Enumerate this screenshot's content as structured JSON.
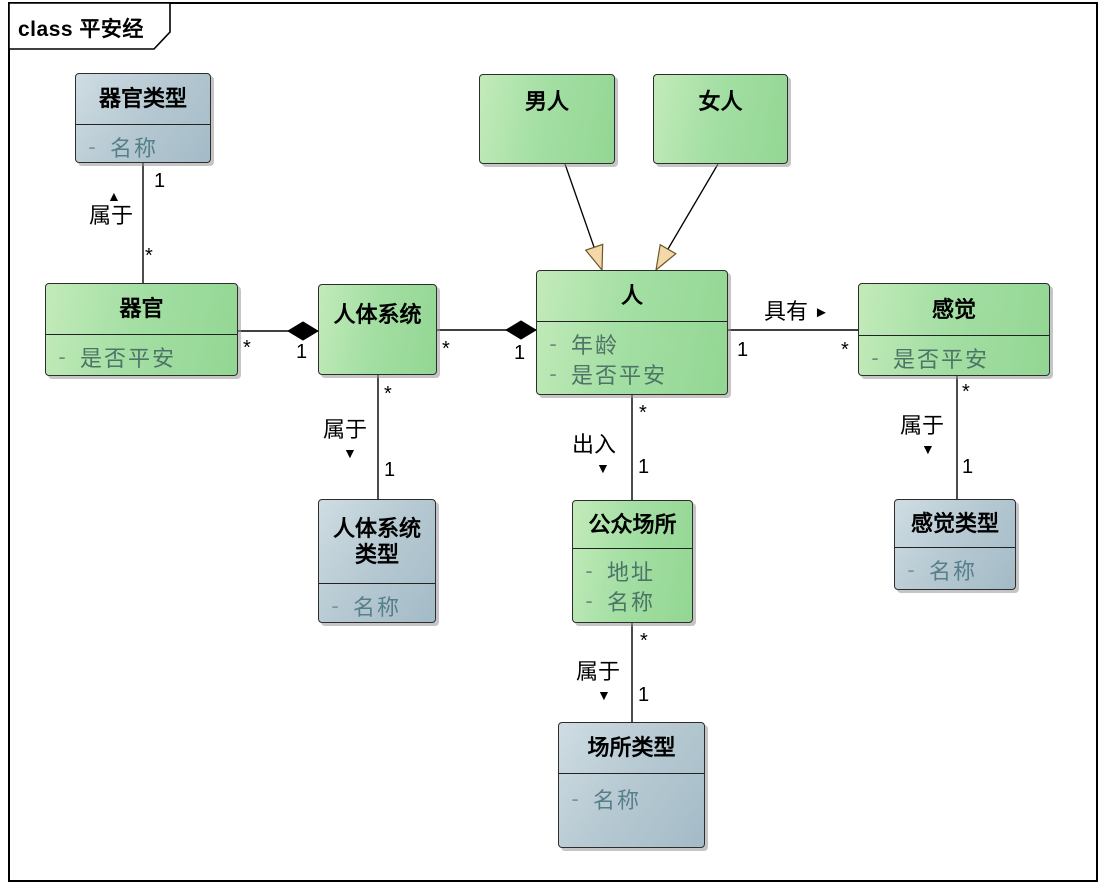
{
  "frame": {
    "label": "class 平安经"
  },
  "markers": {
    "private": "-"
  },
  "colors": {
    "class_green_light": "#c3ebba",
    "class_green_dark": "#93d693",
    "class_blue_light": "#cfdde3",
    "class_blue_dark": "#a3bbc7",
    "attr_text_green": "#4d7467",
    "attr_text_blue": "#577f89",
    "line": "#000000",
    "generalization_arrow_fill": "#f3d9a9"
  },
  "classes": [
    {
      "name": "器官类型",
      "style": "blue",
      "attributes": [
        "名称"
      ]
    },
    {
      "name": "男人",
      "style": "green",
      "attributes": []
    },
    {
      "name": "女人",
      "style": "green",
      "attributes": []
    },
    {
      "name": "器官",
      "style": "green",
      "attributes": [
        "是否平安"
      ]
    },
    {
      "name": "人体系统",
      "style": "green",
      "attributes": []
    },
    {
      "name": "人",
      "style": "green",
      "attributes": [
        "年龄",
        "是否平安"
      ]
    },
    {
      "name": "感觉",
      "style": "green",
      "attributes": [
        "是否平安"
      ]
    },
    {
      "name": "人体系统类型",
      "style": "blue",
      "attributes": [
        "名称"
      ]
    },
    {
      "name": "公众场所",
      "style": "green",
      "attributes": [
        "地址",
        "名称"
      ]
    },
    {
      "name": "感觉类型",
      "style": "blue",
      "attributes": [
        "名称"
      ]
    },
    {
      "name": "场所类型",
      "style": "blue",
      "attributes": [
        "名称"
      ]
    }
  ],
  "relationships": [
    {
      "from": "器官",
      "to": "器官类型",
      "type": "association",
      "label": "属于",
      "arrow_glyph": "▲",
      "mult_top": "1",
      "mult_bottom": "*"
    },
    {
      "from": "器官",
      "to": "人体系统",
      "type": "composition",
      "mult_a": "*",
      "mult_b": "1"
    },
    {
      "from": "人体系统",
      "to": "人",
      "type": "composition",
      "mult_a": "*",
      "mult_b": "1"
    },
    {
      "from": "人体系统",
      "to": "人体系统类型",
      "type": "association",
      "label": "属于",
      "arrow_glyph": "▼",
      "mult_a": "*",
      "mult_b": "1"
    },
    {
      "from": "男人",
      "to": "人",
      "type": "generalization"
    },
    {
      "from": "女人",
      "to": "人",
      "type": "generalization"
    },
    {
      "from": "人",
      "to": "感觉",
      "type": "association",
      "label": "具有",
      "arrow_glyph": "►",
      "mult_a": "1",
      "mult_b": "*"
    },
    {
      "from": "感觉",
      "to": "感觉类型",
      "type": "association",
      "label": "属于",
      "arrow_glyph": "▼",
      "mult_a": "*",
      "mult_b": "1"
    },
    {
      "from": "人",
      "to": "公众场所",
      "type": "association",
      "label": "出入",
      "arrow_glyph": "▼",
      "mult_a": "*",
      "mult_b": "1"
    },
    {
      "from": "公众场所",
      "to": "场所类型",
      "type": "association",
      "label": "属于",
      "arrow_glyph": "▼",
      "mult_a": "*",
      "mult_b": "1"
    }
  ]
}
